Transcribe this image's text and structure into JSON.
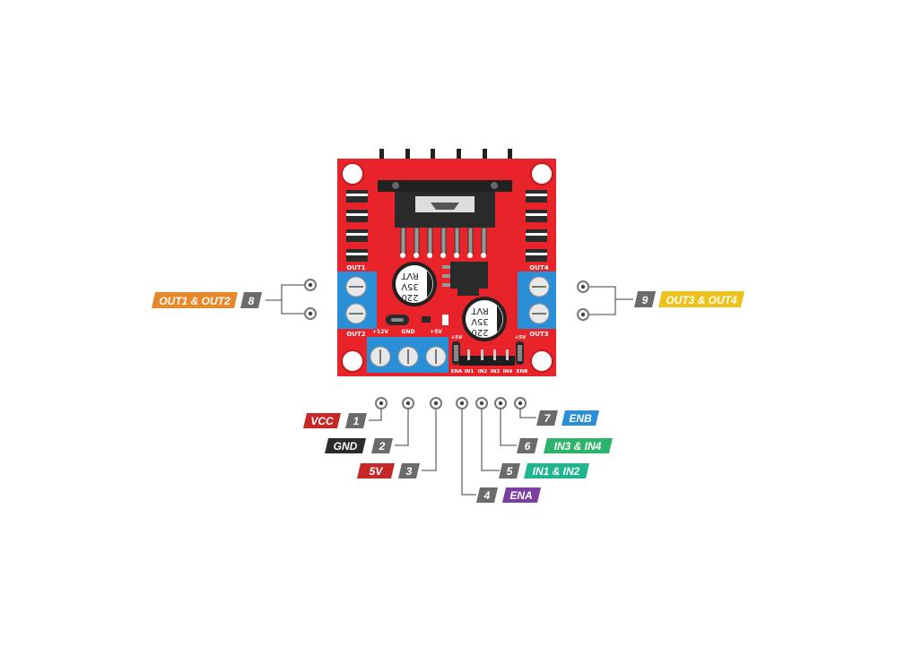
{
  "board": {
    "silkscreen": {
      "out1": "OUT1",
      "out2": "OUT2",
      "out3": "OUT3",
      "out4": "OUT4",
      "v12": "+12V",
      "gnd": "GND",
      "v5": "+5V",
      "v5_left": "+5V",
      "v5_right": "+5V",
      "ena": "ENA",
      "in1": "IN1",
      "in2": "IN2",
      "in3": "IN3",
      "in4": "IN4",
      "enb": "ENB"
    },
    "capacitor": {
      "line1": "220",
      "line2": "35V",
      "line3": "RVT"
    },
    "colors": {
      "pcb": "#e8242a",
      "terminal": "#2a8fd6",
      "heatsink": "#222222"
    }
  },
  "pins": [
    {
      "num": "1",
      "label": "VCC",
      "color": "#c62828"
    },
    {
      "num": "2",
      "label": "GND",
      "color": "#2b2b2b"
    },
    {
      "num": "3",
      "label": "5V",
      "color": "#c62828"
    },
    {
      "num": "4",
      "label": "ENA",
      "color": "#7b3fa0"
    },
    {
      "num": "5",
      "label": "IN1 & IN2",
      "color": "#1fb58f"
    },
    {
      "num": "6",
      "label": "IN3 & IN4",
      "color": "#2db36b"
    },
    {
      "num": "7",
      "label": "ENB",
      "color": "#2a8fd6"
    },
    {
      "num": "8",
      "label": "OUT1 & OUT2",
      "color": "#e8882a"
    },
    {
      "num": "9",
      "label": "OUT3 & OUT4",
      "color": "#eec21a"
    }
  ],
  "number_badge_color": "#6b6b6b"
}
